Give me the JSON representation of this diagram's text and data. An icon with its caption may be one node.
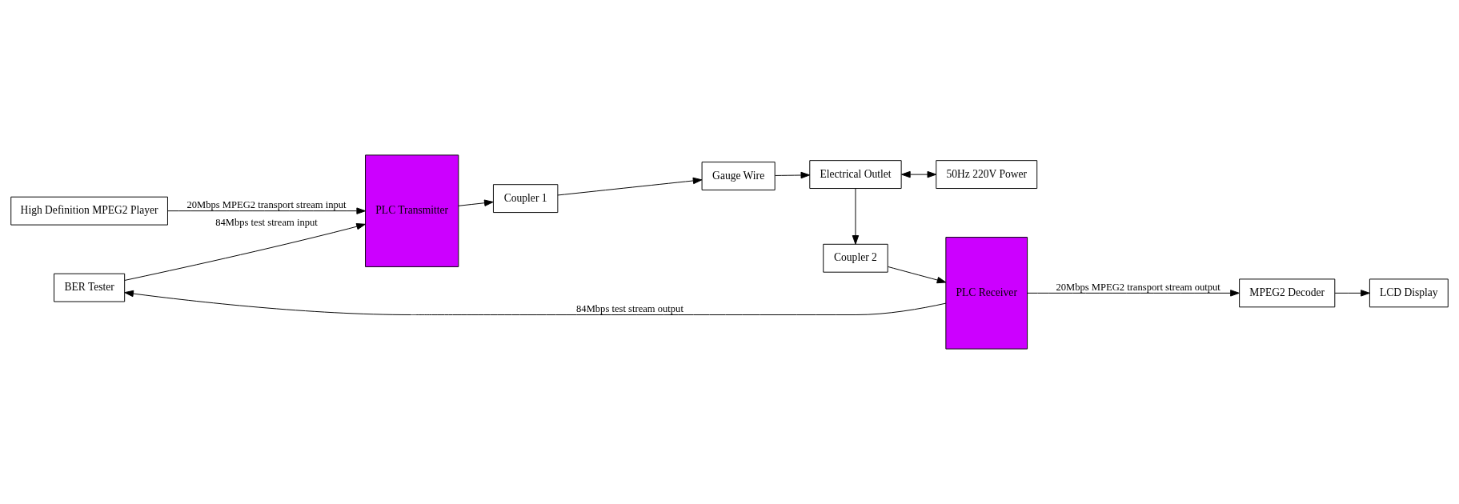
{
  "diagram": {
    "nodes": [
      {
        "text": [
          "High Definition MPEG2 Player"
        ]
      },
      {
        "text": [
          "PLC Transmitter"
        ]
      },
      {
        "text": [
          "Coupler 1"
        ]
      },
      {
        "text": [
          "Gauge Wire"
        ]
      },
      {
        "text": [
          "Electrical Outlet"
        ]
      },
      {
        "text": [
          "50Hz 220V Power"
        ]
      },
      {
        "text": [
          "BER Tester"
        ]
      },
      {
        "text": [
          "PLC Receiver"
        ]
      },
      {
        "text": [
          "Coupler 2"
        ]
      },
      {
        "text": [
          "LCD Display"
        ]
      },
      {
        "text": [
          "MPEG2 Decoder"
        ]
      }
    ],
    "edges": [
      {
        "from": 0,
        "to": 1,
        "arrow": "to",
        "label": "20Mbps MPEG2 transport stream input"
      },
      {
        "from": 6,
        "to": 1,
        "arrow": "to",
        "label": "84Mbps test stream input"
      },
      {
        "from": 1,
        "to": 2,
        "arrow": "to"
      },
      {
        "from": 2,
        "to": 3,
        "arrow": "to"
      },
      {
        "from": 3,
        "to": 4,
        "arrow": "to"
      },
      {
        "from": 4,
        "to": 5,
        "arrow": "both"
      },
      {
        "from": 4,
        "to": 8,
        "arrow": "to"
      },
      {
        "from": 8,
        "to": 7,
        "arrow": "to"
      },
      {
        "from": 7,
        "to": 6,
        "arrow": "to",
        "label": "84Mbps test stream output"
      },
      {
        "from": 7,
        "to": 10,
        "arrow": "to",
        "label": "20Mbps MPEG2 transport stream output"
      },
      {
        "from": 10,
        "to": 9,
        "arrow": "to"
      }
    ]
  }
}
